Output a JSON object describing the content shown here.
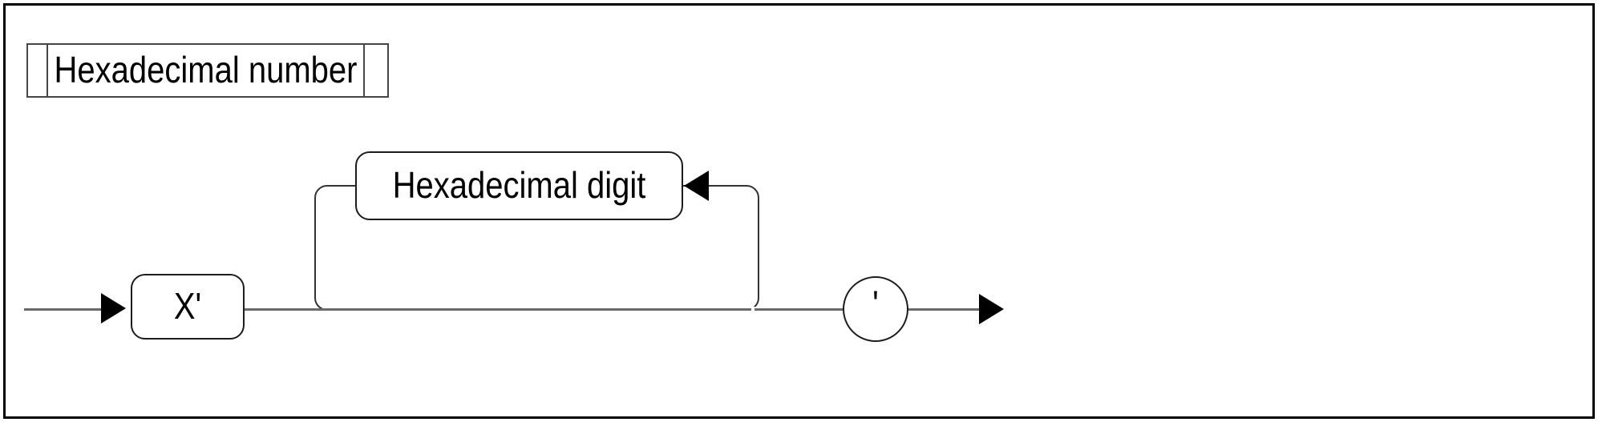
{
  "title_box": {
    "label": "Hexadecimal number"
  },
  "diagram": {
    "type": "railroad-syntax-diagram",
    "rule_name": "Hexadecimal number",
    "entry_terminal": {
      "label": "X'"
    },
    "repeat_item": {
      "label": "Hexadecimal digit",
      "repeat_direction": "right-to-left"
    },
    "exit_terminal": {
      "label": "'"
    }
  },
  "colors": {
    "background": "#ffffff",
    "page_border": "#000000",
    "rail_line": "#6a6a6a",
    "shape_outline": "#1c1c1c",
    "loop_outline": "#333333",
    "title_border": "#464646",
    "arrow_fill": "#000000",
    "text": "#000000"
  }
}
